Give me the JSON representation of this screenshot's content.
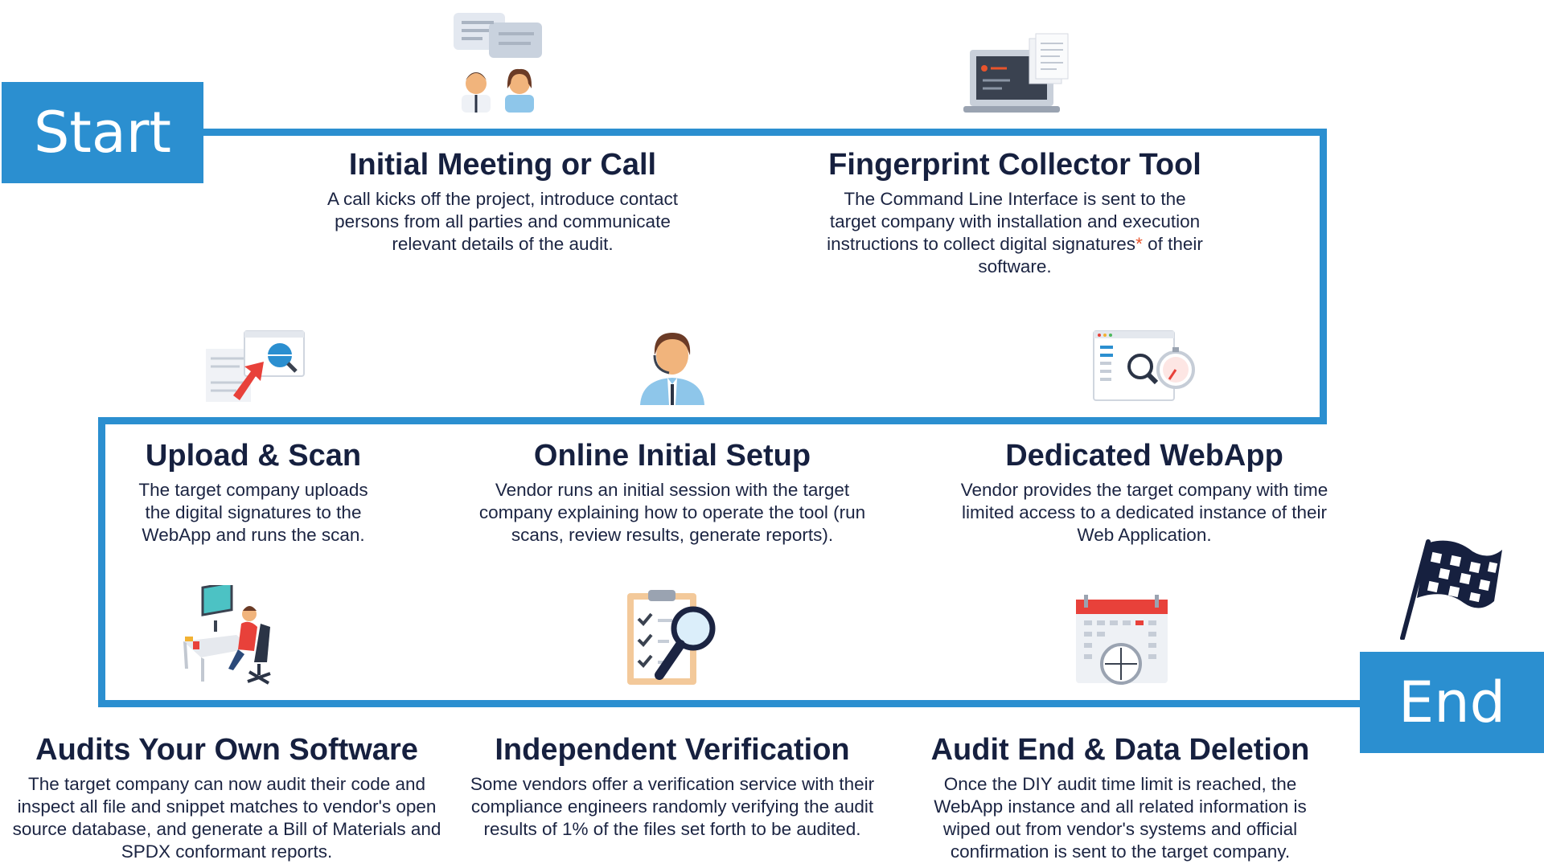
{
  "start_label": "Start",
  "end_label": "End",
  "accent_color": "#2b8fd0",
  "steps": [
    {
      "title": "Initial Meeting or Call",
      "body": "A call kicks off the project, introduce contact persons from all parties and communicate relevant details of the audit.",
      "icon": "meeting-people-icon"
    },
    {
      "title": "Fingerprint Collector Tool",
      "body_before": "The Command Line Interface is sent to the target company with installation and execution instructions to collect digital signatures",
      "asterisk": "*",
      "body_after": " of their software.",
      "icon": "laptop-documents-icon"
    },
    {
      "title": "Upload & Scan",
      "body": "The target company uploads the digital signatures to the WebApp and runs the scan.",
      "icon": "upload-globe-icon"
    },
    {
      "title": "Online Initial Setup",
      "body": "Vendor runs an initial session with the target company explaining how to operate the tool (run scans, review results, generate reports).",
      "icon": "support-agent-icon"
    },
    {
      "title": "Dedicated WebApp",
      "body": "Vendor provides the target company with time limited access to a dedicated instance of their Web Application.",
      "icon": "webapp-timer-icon"
    },
    {
      "title": "Audits Your Own Software",
      "body": "The target company can now audit their code and inspect all file and snippet matches to vendor's open source database, and generate a Bill of Materials and SPDX conformant reports.",
      "icon": "person-at-desk-icon"
    },
    {
      "title": "Independent Verification",
      "body": "Some vendors offer a verification service with their compliance engineers randomly verifying the audit results of 1% of the files set forth to be audited.",
      "icon": "clipboard-magnifier-icon"
    },
    {
      "title": "Audit End & Data Deletion",
      "body": "Once the DIY audit time limit is reached, the WebApp instance and all related information is wiped out from vendor's systems and official confirmation is sent to the target company.",
      "icon": "calendar-clock-icon"
    }
  ]
}
